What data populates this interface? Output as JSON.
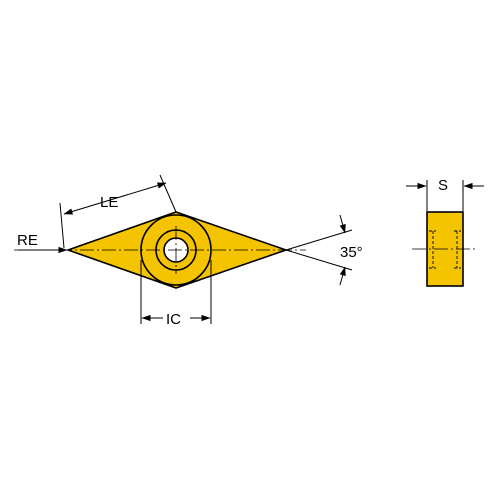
{
  "colors": {
    "insert": "#f5c400",
    "outline": "#000000",
    "background": "#ffffff"
  },
  "labels": {
    "le": "LE",
    "re": "RE",
    "ic": "IC",
    "angle": "35°",
    "s": "S"
  }
}
